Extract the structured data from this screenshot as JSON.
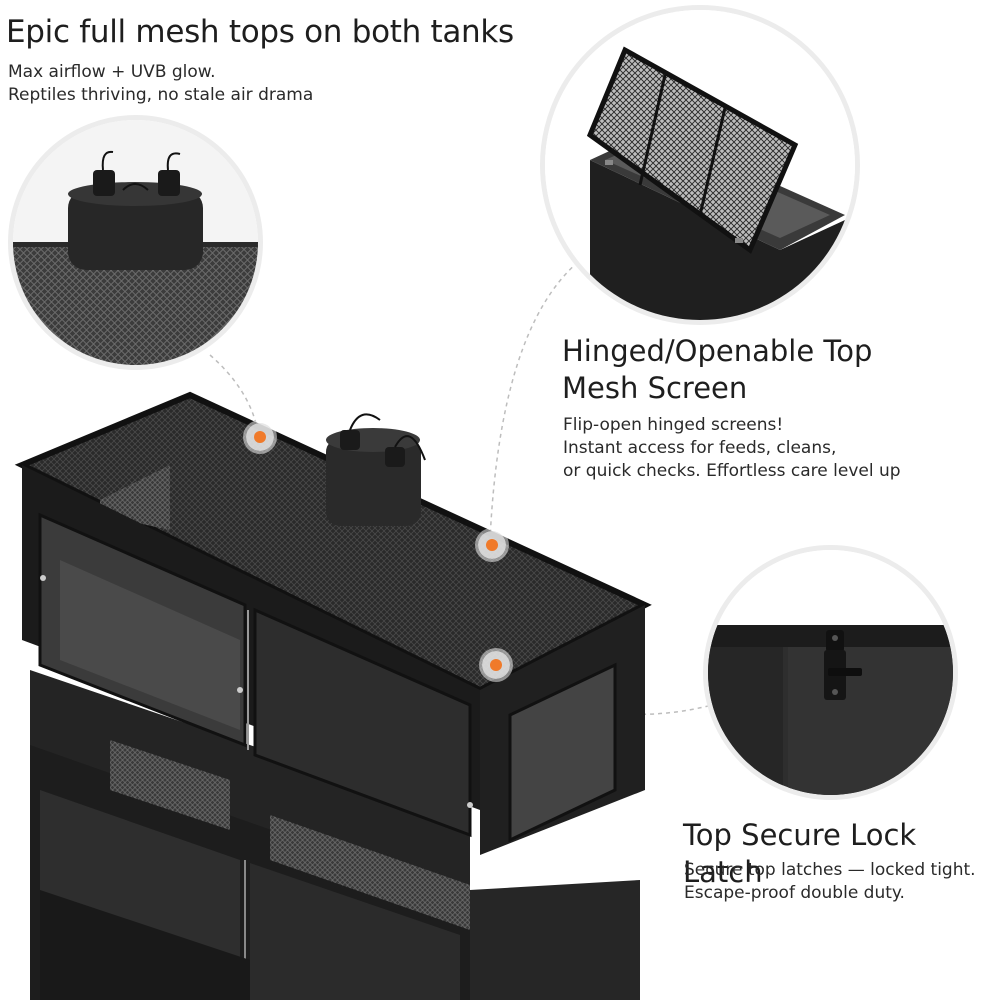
{
  "header": {
    "title": "Epic full mesh tops on both tanks",
    "sub_line1": "Max airflow + UVB glow.",
    "sub_line2": "Reptiles thriving, no stale air drama"
  },
  "feature_hinged": {
    "heading_line1": "Hinged/Openable Top",
    "heading_line2": "Mesh Screen",
    "body_line1": "Flip-open hinged screens!",
    "body_line2": "Instant access for feeds, cleans,",
    "body_line3": "or quick checks. Effortless care level up"
  },
  "feature_latch": {
    "heading": "Top Secure Lock Latch",
    "body_line1": "Secure top latches — locked tight.",
    "body_line2": "Escape-proof double duty."
  },
  "colors": {
    "accent_hotspot": "#f07a2a",
    "product_black": "#1f1f1f",
    "callout_ring": "#ececec",
    "dashed_line": "#bdbdbd"
  },
  "icons": {
    "hotspot": "orange-dot-hotspot"
  }
}
